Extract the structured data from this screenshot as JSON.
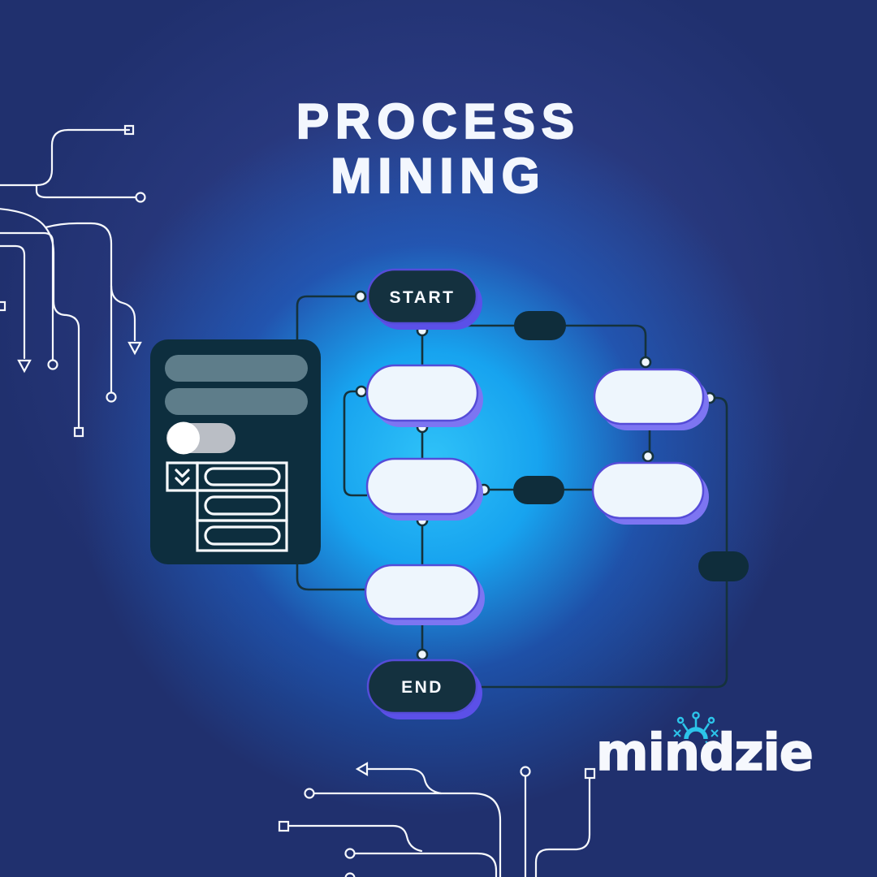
{
  "poster": {
    "title_line1": "PROCESS",
    "title_line2": "MINING",
    "brand": "mindzie"
  },
  "flowchart": {
    "start_label": "START",
    "end_label": "END",
    "blank_task_pill_count": 5,
    "dark_connector_pill_count": 3
  },
  "colors": {
    "background_navy": "#20306e",
    "glow_blue": "#17a3ef",
    "node_dark_teal": "#14313f",
    "node_white": "#eef6fd",
    "accent_purple": "#5b50e8",
    "pill_shadow_purple": "#7d75f2",
    "edge_line_teal": "#15323c",
    "circuit_trace_white": "#f6f8fc",
    "logo_icon_cyan": "#2cc5ea",
    "card_teal": "#0d2e3e",
    "card_bar_slate": "#5e7d8a",
    "toggle_track_gray": "#babec5"
  }
}
